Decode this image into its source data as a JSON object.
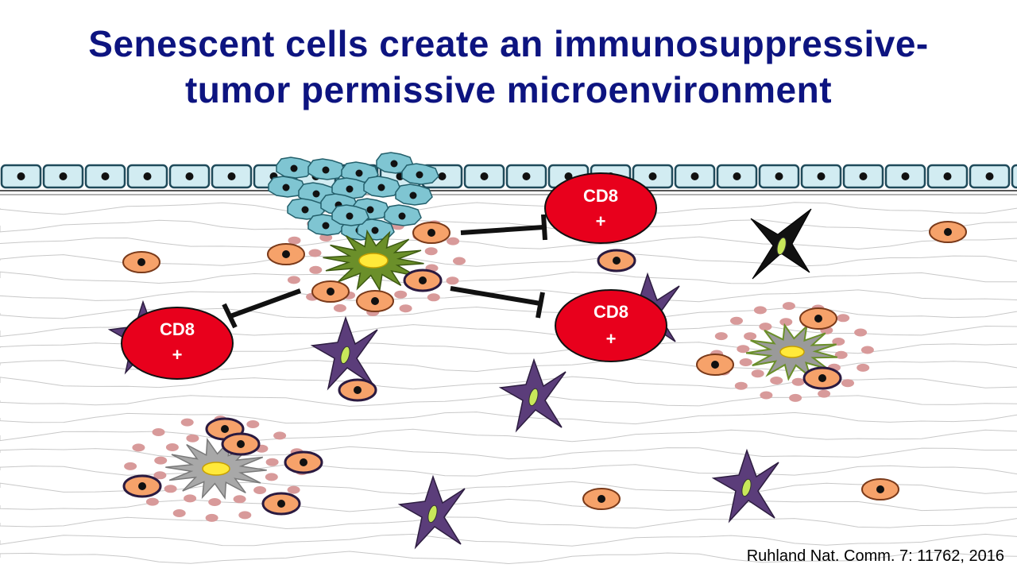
{
  "slide": {
    "title_line1": "Senescent cells create an immunosuppressive-",
    "title_line2": "tumor permissive microenvironment",
    "citation": "Ruhland Nat. Comm. 7: 11762, 2016"
  },
  "cd8_cells": [
    {
      "line1": "CD8",
      "line2": "+"
    },
    {
      "line1": "CD8",
      "line2": "+"
    },
    {
      "line1": "CD8",
      "line2": "+"
    }
  ],
  "colors": {
    "title": "#0d1480",
    "cd8_fill": "#e8001c",
    "epithelium": "#d2ecf2",
    "tumor_cell": "#7fc5d2",
    "immune_cell": "#f6a26a",
    "fibroblast": "#5b3d7a",
    "senescent_green": "#6b8f2a",
    "senescent_gray": "#a8a8a8",
    "secreted_factor": "#d89a9a"
  }
}
